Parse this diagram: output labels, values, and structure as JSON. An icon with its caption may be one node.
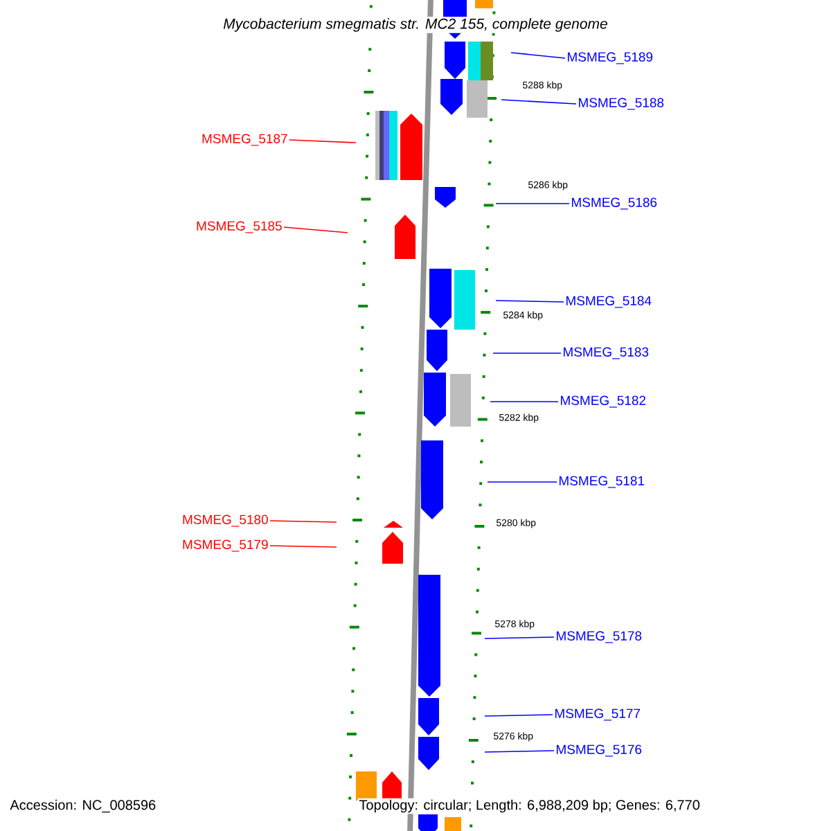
{
  "diagram": {
    "title": "Mycobacterium smegmatis str. MC2 155, complete genome",
    "nodes": [
      {
        "text": [
          "MSMEG_5189"
        ]
      },
      {
        "text": [
          "MSMEG_5188"
        ]
      },
      {
        "text": [
          "MSMEG_5187"
        ]
      },
      {
        "text": [
          "MSMEG_5186"
        ]
      },
      {
        "text": [
          "MSMEG_5185"
        ]
      },
      {
        "text": [
          "MSMEG_5184"
        ]
      },
      {
        "text": [
          "MSMEG_5183"
        ]
      },
      {
        "text": [
          "MSMEG_5182"
        ]
      },
      {
        "text": [
          "MSMEG_5181"
        ]
      },
      {
        "text": [
          "MSMEG_5180"
        ]
      },
      {
        "text": [
          "MSMEG_5179"
        ]
      },
      {
        "text": [
          "MSMEG_5178"
        ]
      },
      {
        "text": [
          "MSMEG_5177"
        ]
      },
      {
        "text": [
          "MSMEG_5176"
        ]
      }
    ],
    "edges": [
      {
        "from": 0,
        "to": null,
        "arrow": "none"
      },
      {
        "from": 1,
        "to": null,
        "arrow": "none"
      },
      {
        "from": 2,
        "to": null,
        "arrow": "none",
        "color": "#ff0000"
      },
      {
        "from": 3,
        "to": null,
        "arrow": "none"
      },
      {
        "from": 4,
        "to": null,
        "arrow": "none",
        "color": "#ff0000"
      },
      {
        "from": 5,
        "to": null,
        "arrow": "none"
      },
      {
        "from": 6,
        "to": null,
        "arrow": "none"
      },
      {
        "from": 7,
        "to": null,
        "arrow": "none"
      },
      {
        "from": 8,
        "to": null,
        "arrow": "none"
      },
      {
        "from": 9,
        "to": null,
        "arrow": "none",
        "color": "#ff0000"
      },
      {
        "from": 10,
        "to": null,
        "arrow": "none",
        "color": "#ff0000"
      },
      {
        "from": 11,
        "to": null,
        "arrow": "none"
      },
      {
        "from": 12,
        "to": null,
        "arrow": "none"
      },
      {
        "from": 13,
        "to": null,
        "arrow": "none"
      }
    ],
    "labels": [
      "5288 kbp",
      "5286 kbp",
      "5284 kbp",
      "5282 kbp",
      "5280 kbp",
      "5278 kbp",
      "5276 kbp",
      "Accession: NC_008596",
      "Topology: circular; Length: 6,988,209 bp; Genes: 6,770"
    ]
  }
}
